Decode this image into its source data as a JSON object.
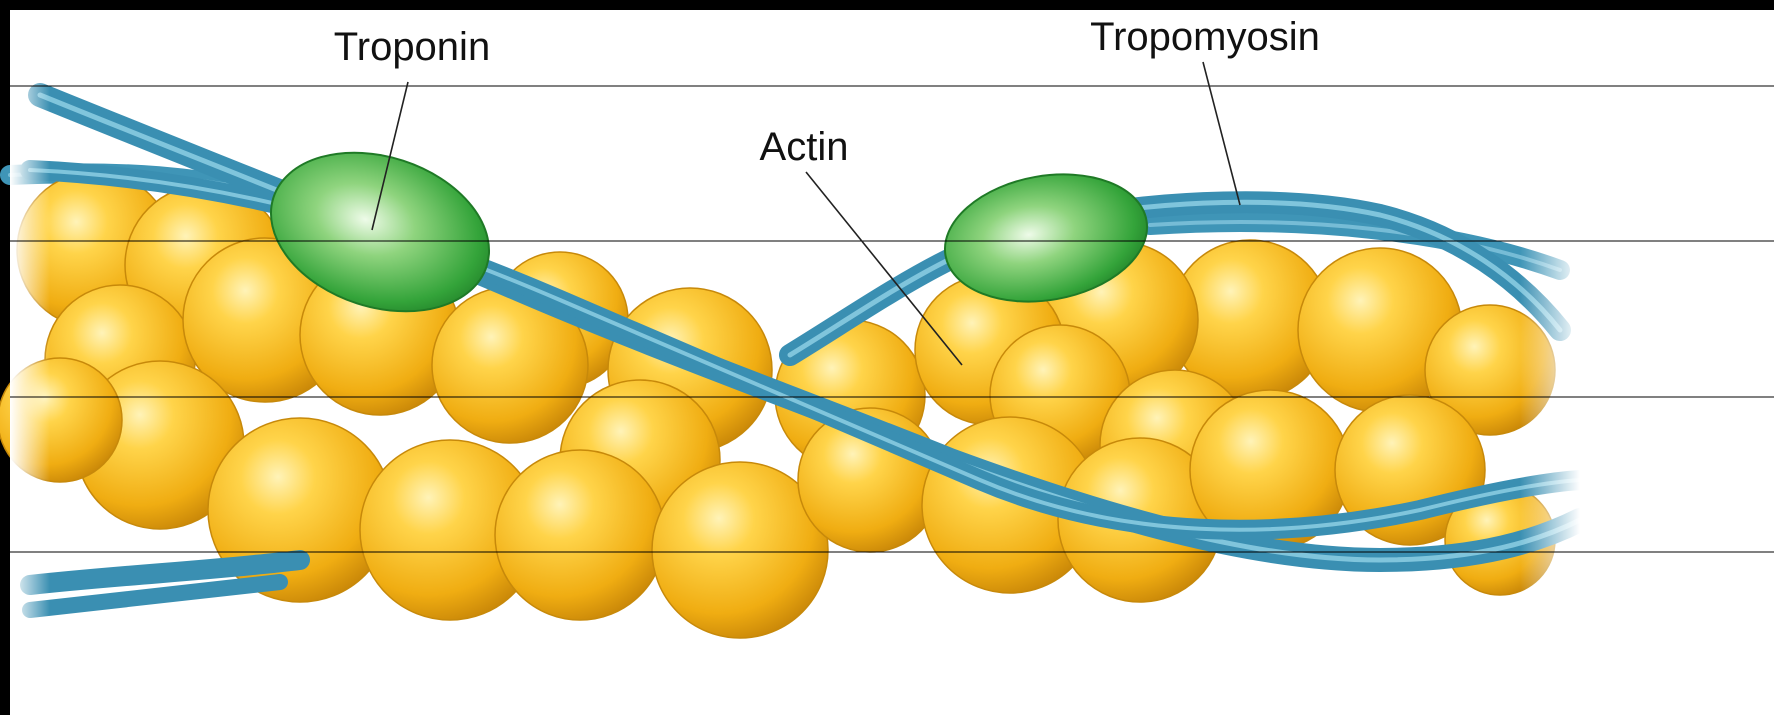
{
  "labels": {
    "troponin": "Troponin",
    "tropomyosin": "Tropomyosin",
    "actin": "Actin"
  },
  "colors": {
    "background": "#ffffff",
    "frame": "#000000",
    "actin_fill": "#f2b515",
    "actin_highlight": "#ffe79a",
    "actin_shadow": "#c98a08",
    "tropomyosin": "#3f95b7",
    "tropomyosin_light": "#8fcde2",
    "troponin": "#33a33c",
    "troponin_light": "#d8f5d2"
  },
  "parts": {
    "actin": "actin-icon",
    "tropomyosin": "tropomyosin-icon",
    "troponin": "troponin-icon"
  }
}
